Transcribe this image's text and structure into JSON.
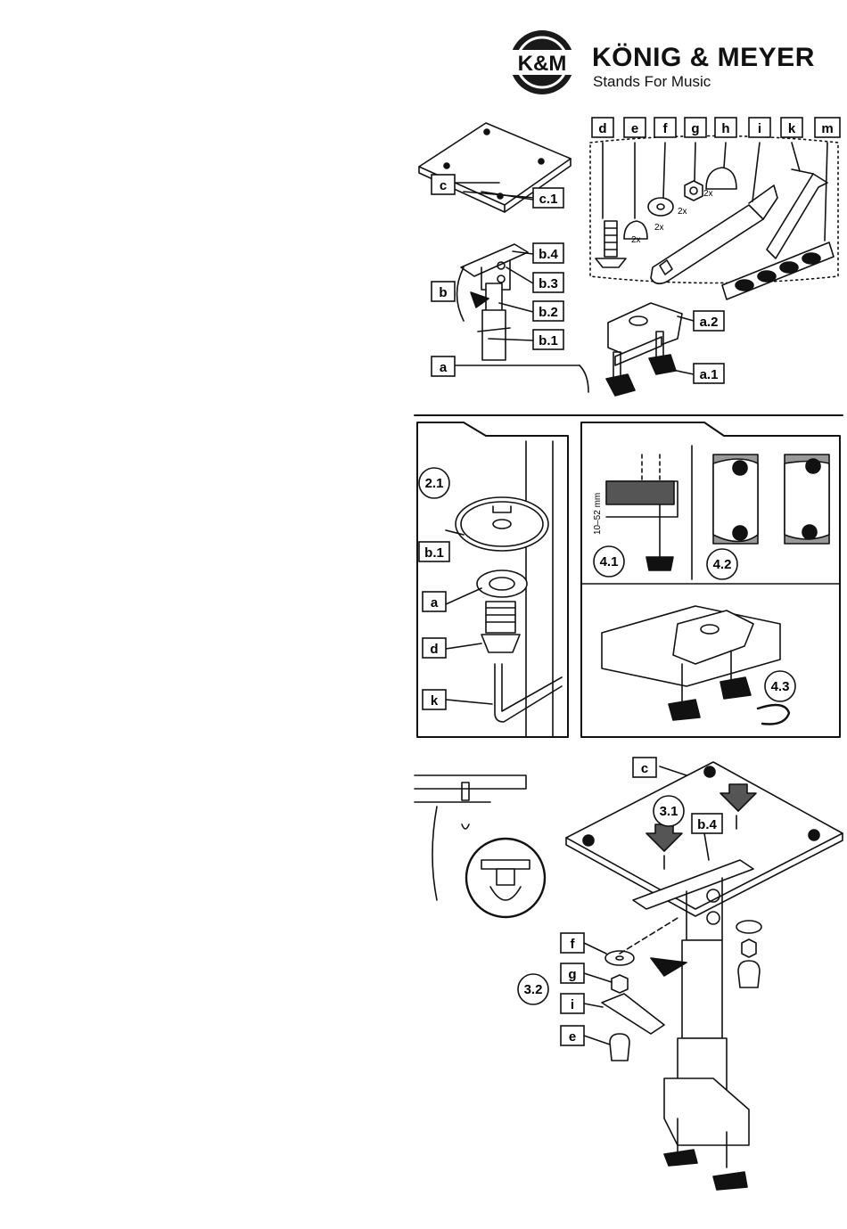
{
  "brand": {
    "emblem": "K&M",
    "name": "KÖNIG & MEYER",
    "tagline": "Stands For Music"
  },
  "parts": {
    "c": "c",
    "c1": "c.1",
    "b": "b",
    "b4": "b.4",
    "b3": "b.3",
    "b2": "b.2",
    "b1": "b.1",
    "a": "a",
    "a1": "a.1",
    "a2": "a.2",
    "d": "d",
    "e": "e",
    "f": "f",
    "g": "g",
    "h": "h",
    "i": "i",
    "k": "k",
    "m": "m"
  },
  "quantities": {
    "e": "2x",
    "f": "2x",
    "g": "2x",
    "h": "2x"
  },
  "steps": {
    "s21": "2.1",
    "s31": "3.1",
    "s32": "3.2",
    "s41": "4.1",
    "s42": "4.2",
    "s43": "4.3"
  },
  "clamp_range": "10–52 mm"
}
